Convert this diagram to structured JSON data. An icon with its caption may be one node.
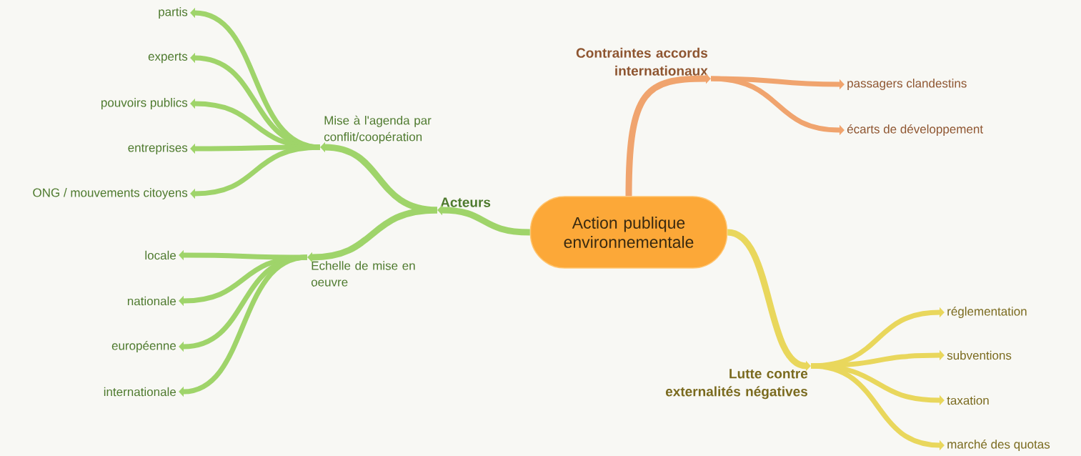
{
  "diagram": {
    "nodes": [
      {
        "text": [
          "Action publique environnementale"
        ]
      },
      {
        "text": [
          "Acteurs"
        ]
      },
      {
        "text": [
          "Mise à l'agenda par conflit/coopération"
        ]
      },
      {
        "text": [
          "partis"
        ]
      },
      {
        "text": [
          "experts"
        ]
      },
      {
        "text": [
          "pouvoirs publics"
        ]
      },
      {
        "text": [
          "entreprises"
        ]
      },
      {
        "text": [
          "ONG / mouvements citoyens"
        ]
      },
      {
        "text": [
          "Echelle de mise en oeuvre"
        ]
      },
      {
        "text": [
          "locale"
        ]
      },
      {
        "text": [
          "nationale"
        ]
      },
      {
        "text": [
          "européenne"
        ]
      },
      {
        "text": [
          "internationale"
        ]
      },
      {
        "text": [
          "Contraintes accords internationaux"
        ]
      },
      {
        "text": [
          "passagers clandestins"
        ]
      },
      {
        "text": [
          "écarts de développement"
        ]
      },
      {
        "text": [
          "Lutte contre externalités négatives"
        ]
      },
      {
        "text": [
          "réglementation"
        ]
      },
      {
        "text": [
          "subventions"
        ]
      },
      {
        "text": [
          "taxation"
        ]
      },
      {
        "text": [
          "marché des quotas"
        ]
      }
    ],
    "edges": [
      {
        "from": 0,
        "to": 1,
        "arrow": "to"
      },
      {
        "from": 1,
        "to": 2,
        "arrow": "to"
      },
      {
        "from": 2,
        "to": 3,
        "arrow": "to"
      },
      {
        "from": 2,
        "to": 4,
        "arrow": "to"
      },
      {
        "from": 2,
        "to": 5,
        "arrow": "to"
      },
      {
        "from": 2,
        "to": 6,
        "arrow": "to"
      },
      {
        "from": 2,
        "to": 7,
        "arrow": "to"
      },
      {
        "from": 1,
        "to": 8,
        "arrow": "to"
      },
      {
        "from": 8,
        "to": 9,
        "arrow": "to"
      },
      {
        "from": 8,
        "to": 10,
        "arrow": "to"
      },
      {
        "from": 8,
        "to": 11,
        "arrow": "to"
      },
      {
        "from": 8,
        "to": 12,
        "arrow": "to"
      },
      {
        "from": 0,
        "to": 13,
        "arrow": "to",
        "color": "#f0a46e"
      },
      {
        "from": 13,
        "to": 14,
        "arrow": "to",
        "color": "#f0a46e"
      },
      {
        "from": 13,
        "to": 15,
        "arrow": "to",
        "color": "#f0a46e"
      },
      {
        "from": 0,
        "to": 16,
        "arrow": "to",
        "color": "#e9d75c"
      },
      {
        "from": 16,
        "to": 17,
        "arrow": "to",
        "color": "#e9d75c"
      },
      {
        "from": 16,
        "to": 18,
        "arrow": "to",
        "color": "#e9d75c"
      },
      {
        "from": 16,
        "to": 19,
        "arrow": "to",
        "color": "#e9d75c"
      },
      {
        "from": 16,
        "to": 20,
        "arrow": "to",
        "color": "#e9d75c"
      }
    ]
  }
}
